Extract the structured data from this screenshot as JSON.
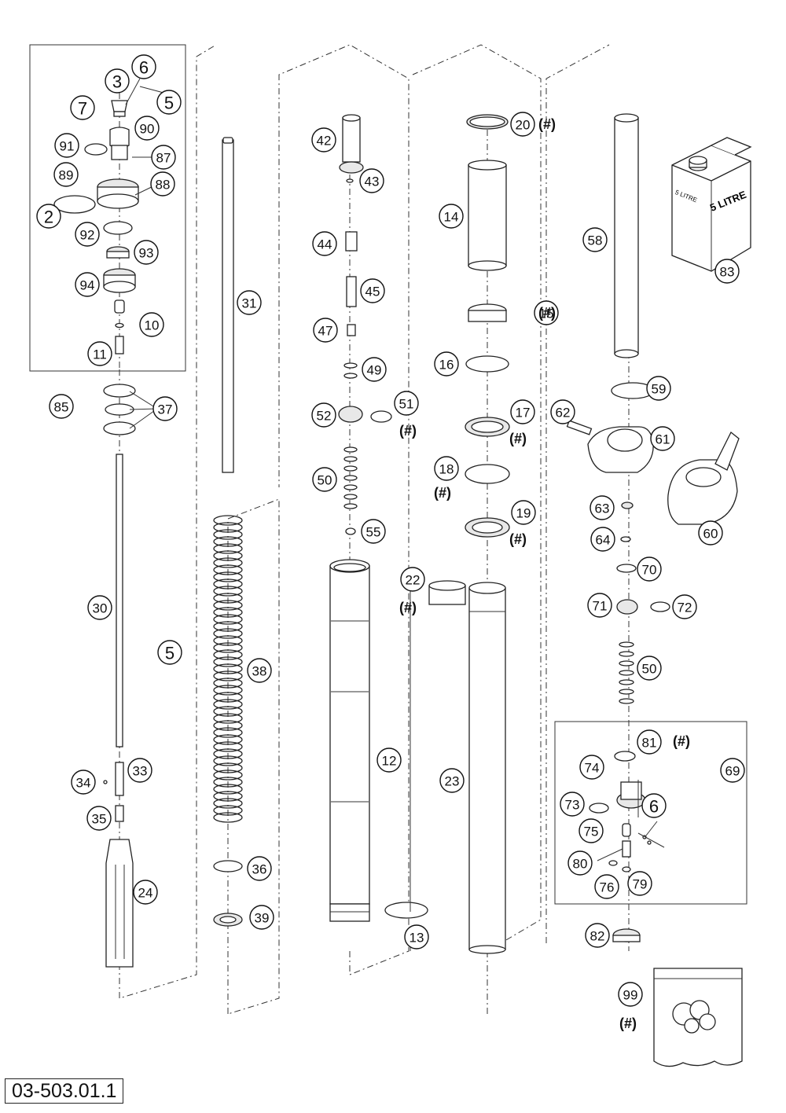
{
  "document_number": "03-503.01.1",
  "can_label": "5 LITRE",
  "can_label_side": "5 LITRE",
  "hash_mark": "(#)",
  "callouts": [
    "2",
    "3",
    "5",
    "5",
    "6",
    "6",
    "7",
    "10",
    "11",
    "12",
    "13",
    "14",
    "15",
    "16",
    "17",
    "18",
    "19",
    "20",
    "22",
    "23",
    "24",
    "30",
    "31",
    "33",
    "34",
    "35",
    "36",
    "37",
    "38",
    "39",
    "42",
    "43",
    "44",
    "45",
    "47",
    "49",
    "50",
    "50",
    "51",
    "52",
    "55",
    "58",
    "59",
    "60",
    "61",
    "62",
    "63",
    "64",
    "69",
    "70",
    "71",
    "72",
    "73",
    "74",
    "75",
    "76",
    "79",
    "80",
    "81",
    "82",
    "83",
    "85",
    "87",
    "88",
    "89",
    "90",
    "91",
    "92",
    "93",
    "94",
    "99"
  ]
}
